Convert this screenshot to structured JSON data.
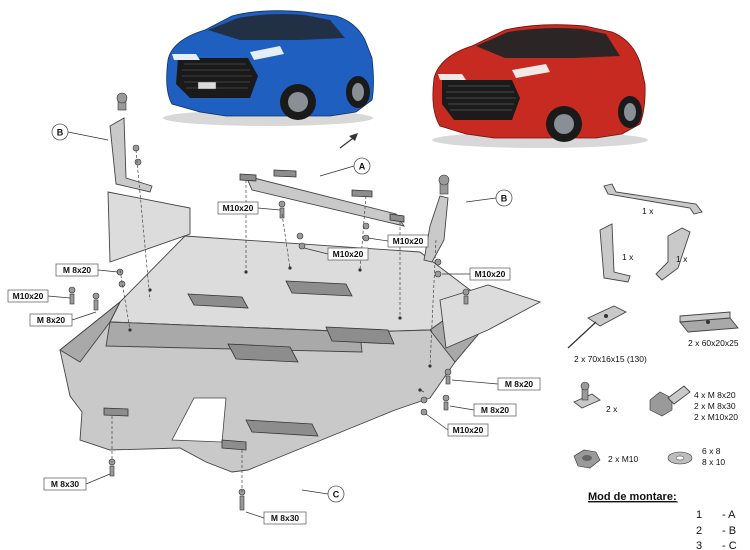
{
  "callouts": {
    "a": "A",
    "b_left": "B",
    "b_right": "B",
    "c": "C"
  },
  "fasteners": {
    "m10x20_top": "M10x20",
    "m10x20_mid_right": "M10x20",
    "m10x20_mid": "M10x20",
    "m10x20_right": "M10x20",
    "m8x20_left": "M 8x20",
    "m10x20_left": "M10x20",
    "m8x20_left2": "M 8x20",
    "m8x20_right1": "M 8x20",
    "m8x20_right2": "M 8x20",
    "m10x20_bottom_right": "M10x20",
    "m8x30_left": "M 8x30",
    "m8x30_bottom": "M 8x30"
  },
  "parts": {
    "bar_qty": "1 x",
    "bracket_left_qty": "1 x",
    "bracket_right_qty": "1 x",
    "stud_label": "2 x 70x16x15 (130)",
    "plate_label": "2 x 60x20x25",
    "clip_qty": "2 x",
    "bolts": [
      "4  x   M  8x20",
      "2  x   M  8x30",
      "2  x   M10x20"
    ],
    "nut_label": "2  x   M10",
    "washers": [
      "6   x     8",
      "8   x    10"
    ]
  },
  "legend": {
    "title": "Mod de montare:",
    "rows": [
      {
        "num": "1",
        "letter": "- A"
      },
      {
        "num": "2",
        "letter": "- B"
      },
      {
        "num": "3",
        "letter": "- C"
      }
    ]
  },
  "colors": {
    "car_blue": "#1f5fbf",
    "car_red": "#c62a20",
    "plate_gray": "#c9c9c9"
  }
}
